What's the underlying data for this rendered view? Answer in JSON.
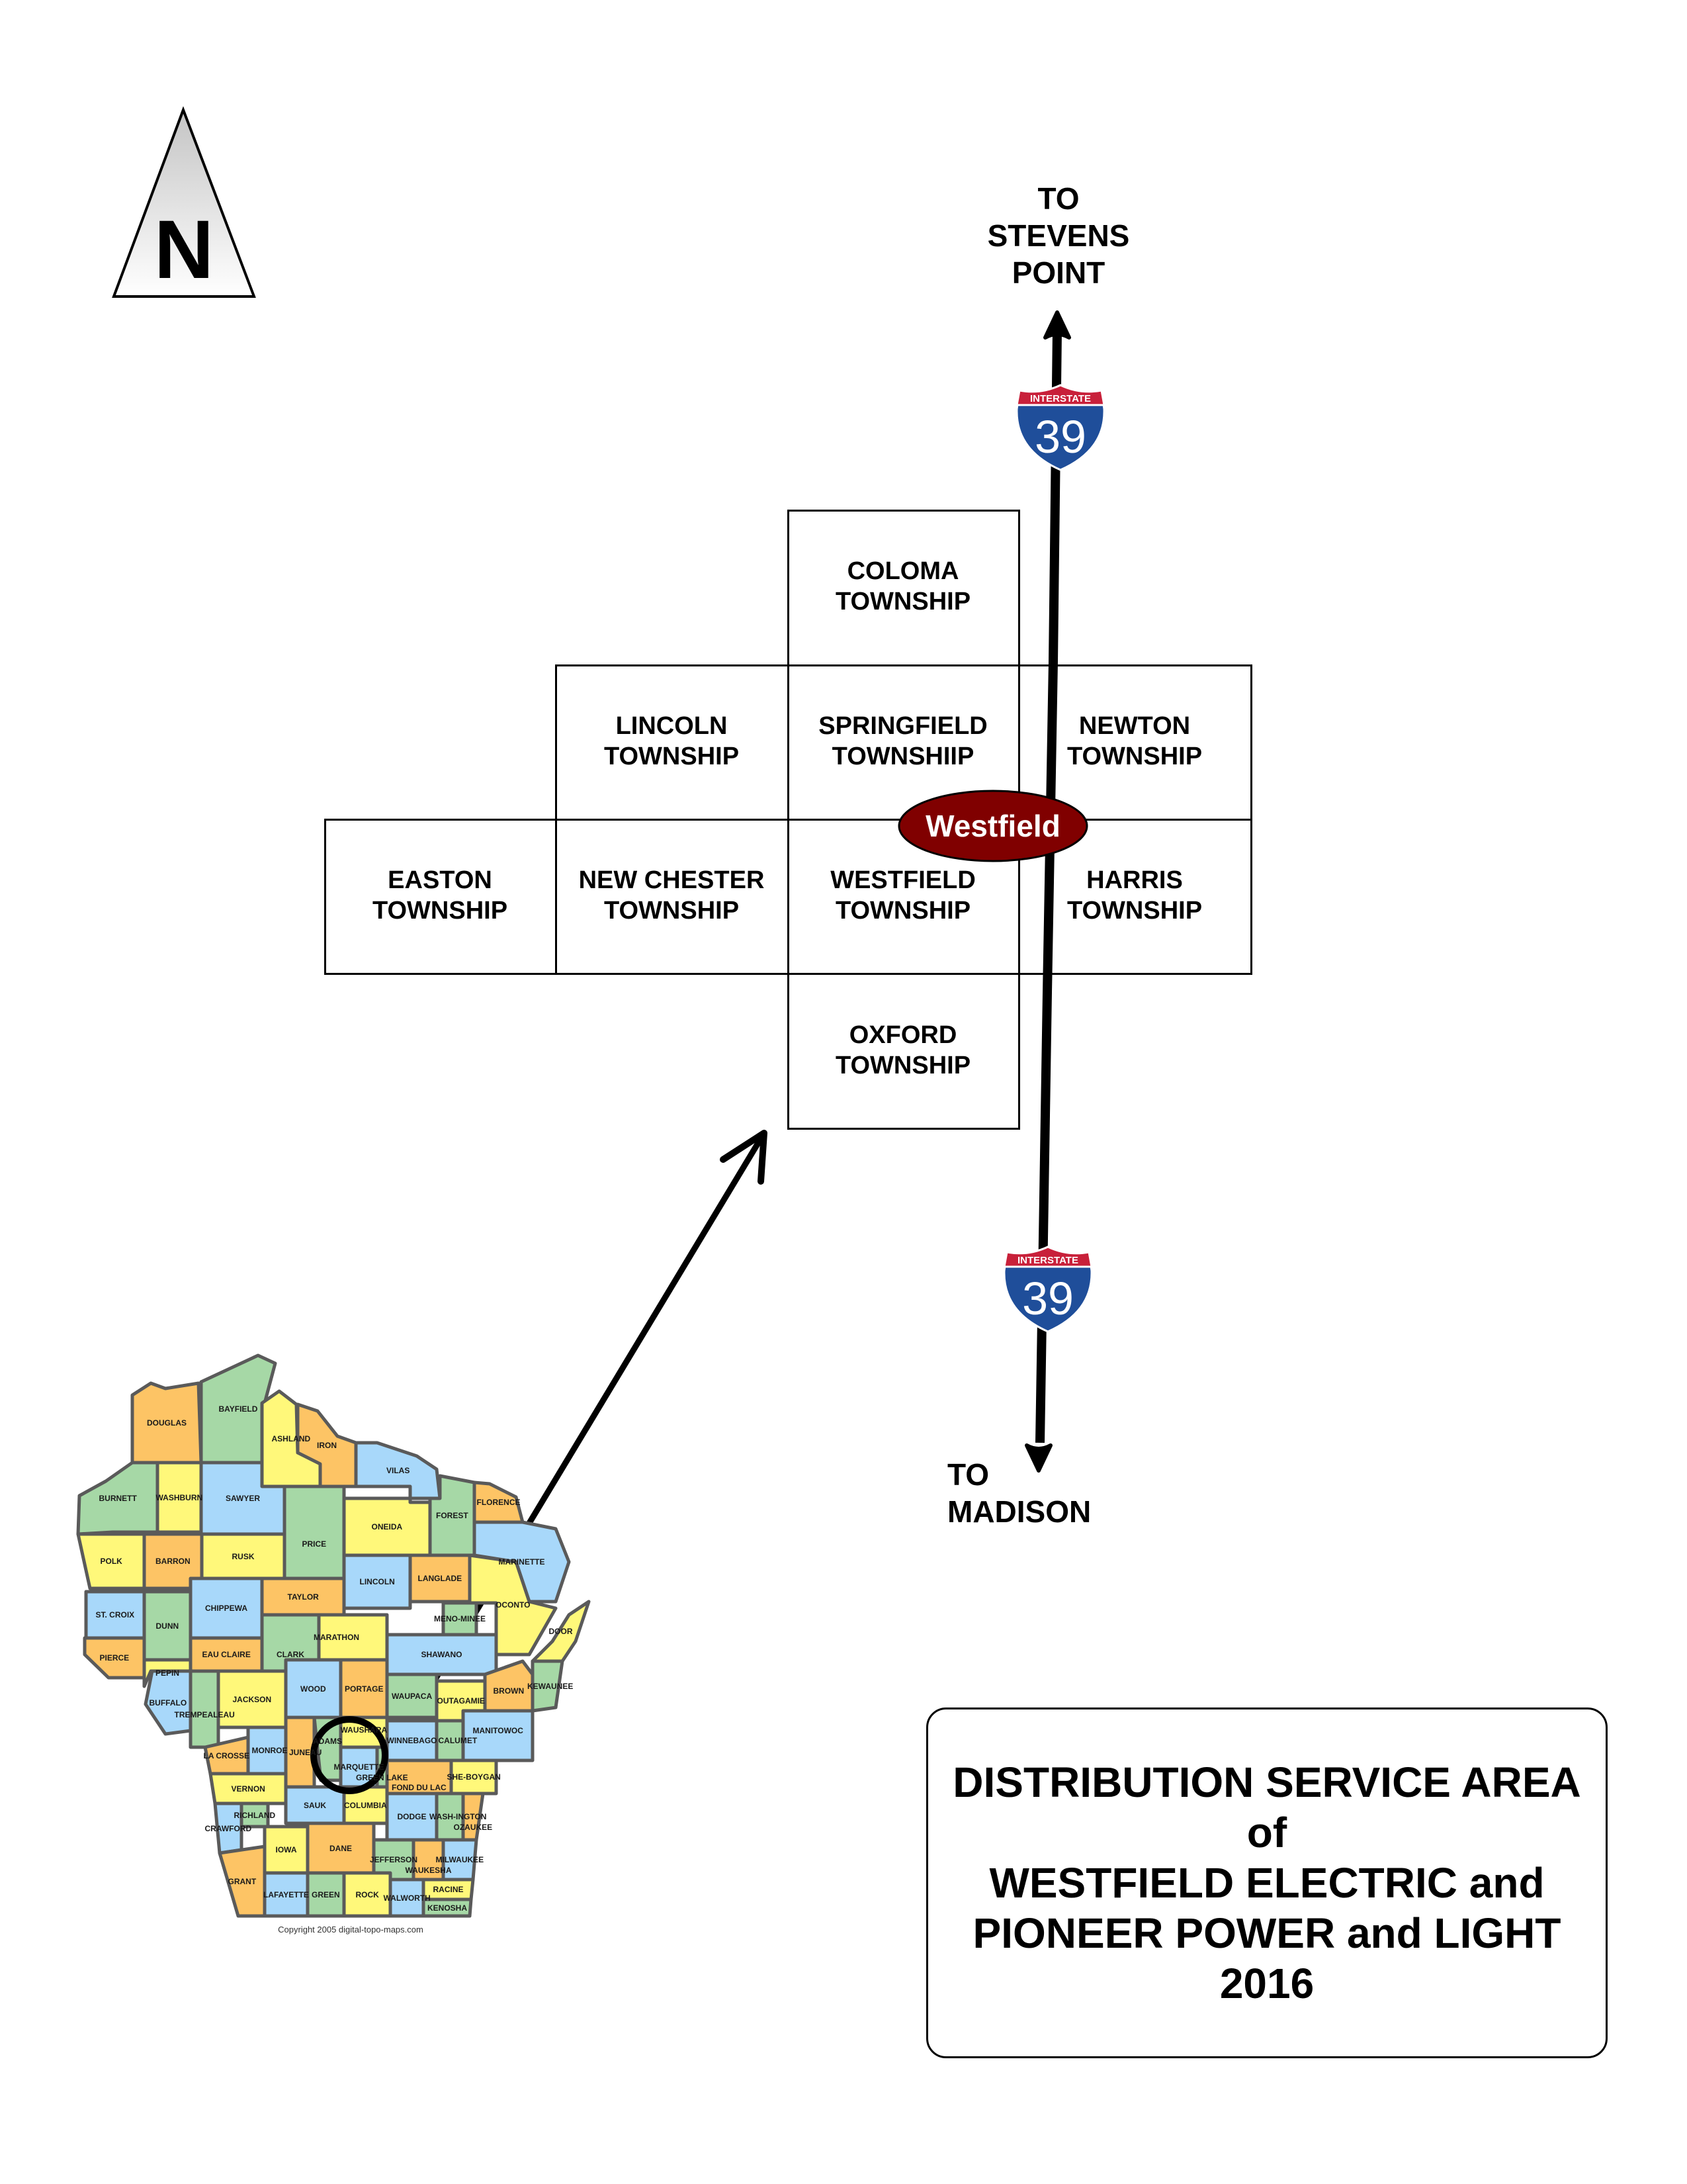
{
  "north_arrow": {
    "label": "N"
  },
  "destinations": {
    "north": [
      "TO",
      "STEVENS",
      "POINT"
    ],
    "south": [
      "TO",
      "MADISON"
    ]
  },
  "highway_shield": {
    "top_text": "INTERSTATE",
    "number": "39",
    "colors": {
      "red": "#C8203A",
      "blue": "#1F4E9A"
    }
  },
  "city_marker": {
    "label": "Westfield",
    "fill": "#800000"
  },
  "townships": [
    {
      "id": "coloma",
      "line1": "COLOMA",
      "line2": "TOWNSHIP"
    },
    {
      "id": "lincoln",
      "line1": "LINCOLN",
      "line2": "TOWNSHIP"
    },
    {
      "id": "springfield",
      "line1": "SPRINGFIELD",
      "line2": "TOWNSHIIP"
    },
    {
      "id": "newton",
      "line1": "NEWTON",
      "line2": "TOWNSHIP"
    },
    {
      "id": "easton",
      "line1": "EASTON",
      "line2": "TOWNSHIP"
    },
    {
      "id": "new-chester",
      "line1": "NEW CHESTER",
      "line2": "TOWNSHIP"
    },
    {
      "id": "westfield",
      "line1": "WESTFIELD",
      "line2": "TOWNSHIP"
    },
    {
      "id": "harris",
      "line1": "HARRIS",
      "line2": "TOWNSHIP"
    },
    {
      "id": "oxford",
      "line1": "OXFORD",
      "line2": "TOWNSHIP"
    }
  ],
  "title_block": {
    "lines": [
      "DISTRIBUTION SERVICE AREA",
      "of",
      "WESTFIELD ELECTRIC and",
      "PIONEER POWER and LIGHT",
      "2016"
    ]
  },
  "state_map": {
    "colors": {
      "orange": "#FDC465",
      "green": "#A6D8A6",
      "yellow": "#FFF87A",
      "blue": "#A8D8FA",
      "border": "#5A5A5A"
    },
    "counties": [
      "DOUGLAS",
      "BAYFIELD",
      "ASHLAND",
      "IRON",
      "VILAS",
      "FLORENCE",
      "BURNETT",
      "WASHBURN",
      "SAWYER",
      "PRICE",
      "ONEIDA",
      "FOREST",
      "MARINETTE",
      "POLK",
      "BARRON",
      "RUSK",
      "TAYLOR",
      "LINCOLN",
      "LANGLADE",
      "MENO-MINEE",
      "OCONTO",
      "ST. CROIX",
      "DUNN",
      "CHIPPEWA",
      "MARATHON",
      "SHAWANO",
      "PIERCE",
      "PEPIN",
      "EAU CLAIRE",
      "CLARK",
      "WOOD",
      "PORTAGE",
      "WAUPACA",
      "OUTAGAMIE",
      "BROWN",
      "DOOR",
      "KEWAUNEE",
      "BUFFALO",
      "TREMPEALEAU",
      "JACKSON",
      "LA CROSSE",
      "MONROE",
      "JUNEAU",
      "ADAMS",
      "WAUSHARA",
      "WINNEBAGO",
      "CALUMET",
      "MANITOWOC",
      "MARQUETTE",
      "GREEN LAKE",
      "FOND DU LAC",
      "SHE-BOYGAN",
      "VERNON",
      "RICHLAND",
      "SAUK",
      "COLUMBIA",
      "DODGE",
      "WASH-INGTON",
      "OZAUKEE",
      "CRAWFORD",
      "GRANT",
      "IOWA",
      "DANE",
      "JEFFERSON",
      "WAUKESHA",
      "MILWAUKEE",
      "LAFAYETTE",
      "GREEN",
      "ROCK",
      "WALWORTH",
      "RACINE",
      "KENOSHA"
    ],
    "copyright": "Copyright 2005 digital-topo-maps.com"
  }
}
